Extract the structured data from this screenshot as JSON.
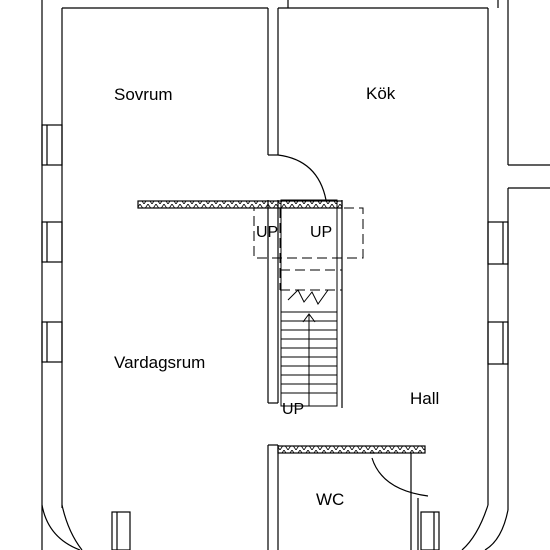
{
  "rooms": {
    "sovrum": "Sovrum",
    "kok": "Kök",
    "vardagsrum": "Vardagsrum",
    "hall": "Hall",
    "wc": "WC"
  },
  "stair_labels": {
    "up_left": "UP",
    "up_right": "UP",
    "up_bottom": "UP"
  },
  "colors": {
    "line": "#000000",
    "background": "#ffffff"
  }
}
